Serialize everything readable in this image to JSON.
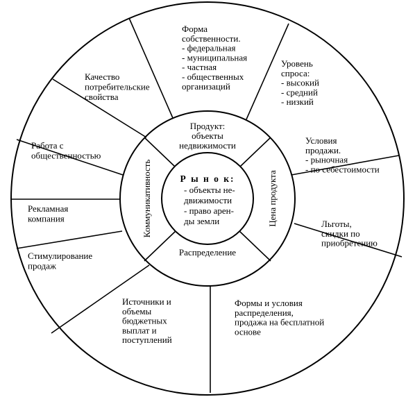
{
  "colors": {
    "stroke": "#000000",
    "background": "#ffffff"
  },
  "center": {
    "title": "Р ы н о к:",
    "lines": [
      "- объекты не-",
      "движимости",
      "- право арен-",
      "ды земли"
    ]
  },
  "middle_ring": {
    "top": [
      "Продукт:",
      "объекты",
      "недвижимости"
    ],
    "right": "Цена продукта",
    "bottom": "Распределение",
    "left": "Коммуникативность"
  },
  "outer_sectors": [
    {
      "id": "ownership",
      "lines": [
        "Форма",
        "собственности.",
        "- федеральная",
        "- муниципальная",
        "- частная",
        "- общественных",
        "организаций"
      ]
    },
    {
      "id": "demand",
      "lines": [
        "Уровень",
        "спроса:",
        "- высокий",
        "- средний",
        "- низкий"
      ]
    },
    {
      "id": "sale-conditions",
      "lines": [
        "Условия",
        "продажи.",
        "- рыночная",
        "- по себестоимости"
      ]
    },
    {
      "id": "benefits",
      "lines": [
        "Льготы,",
        "скидки по",
        "приобретению"
      ]
    },
    {
      "id": "distribution-forms",
      "lines": [
        "Формы и условия",
        "распределения,",
        "продажа на бесплатной",
        "основе"
      ]
    },
    {
      "id": "budget-sources",
      "lines": [
        "Источники и",
        "объемы",
        "бюджетных",
        "выплат и",
        "поступлений"
      ]
    },
    {
      "id": "sales-promotion",
      "lines": [
        "Стимулирование",
        "продаж"
      ]
    },
    {
      "id": "advertising",
      "lines": [
        "Рекламная",
        "компания"
      ]
    },
    {
      "id": "public-relations",
      "lines": [
        "Работа с",
        "общественностью"
      ]
    },
    {
      "id": "quality",
      "lines": [
        "Качество",
        "потребительские",
        "свойства"
      ]
    }
  ]
}
